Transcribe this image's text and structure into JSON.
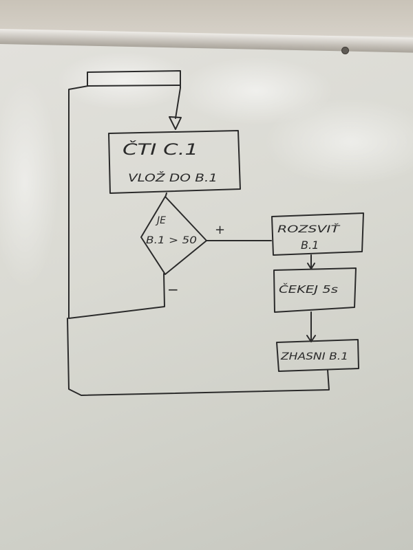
{
  "flowchart": {
    "process_read": {
      "line1": "ČTI C.1",
      "line2": "VLOŽ DO B.1"
    },
    "decision": {
      "line1": "JE",
      "line2": "B.1 > 50"
    },
    "branch_yes": "+",
    "branch_no": "−",
    "process_on": {
      "line1": "ROZSVIŤ",
      "line2": "B.1"
    },
    "process_wait": "ČEKEJ 5s",
    "process_off": "ZHASNI B.1"
  },
  "colors": {
    "ink": "#2a2a2a",
    "board": "#dcdcd6"
  }
}
